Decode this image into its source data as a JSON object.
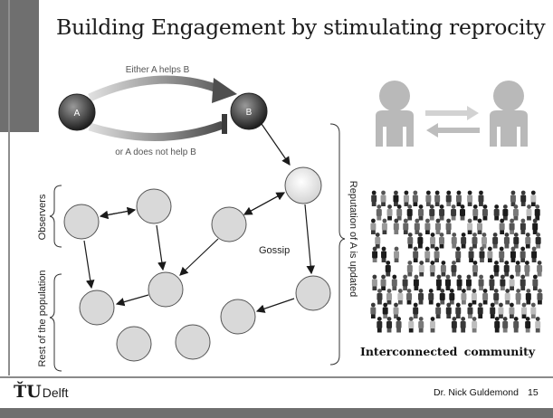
{
  "slide": {
    "title": "Building Engagement by stimulating reprocity",
    "page_number": "15",
    "author": "Dr. Nick Guldemond",
    "logo_mark": "ŤU",
    "logo_text": "Delft"
  },
  "diagram": {
    "node_a": "A",
    "node_b": "B",
    "helps_label": "Either A helps B",
    "not_helps_label": "or A does not help B",
    "observers_label": "Observers",
    "population_label": "Rest of the population",
    "gossip_label": "Gossip",
    "reputation_label": "Reputation of A is updated"
  },
  "illustrations": {
    "people_icon": "person-icon",
    "exchange_icon": "exchange-arrows-icon",
    "crowd_icon": "crowd-icon",
    "crowd_caption": "Interconnected community"
  },
  "colors": {
    "accent_bar": "#6f6f6f",
    "node_fill": "#d9d9d9",
    "person_fill": "#b9b9b9"
  }
}
